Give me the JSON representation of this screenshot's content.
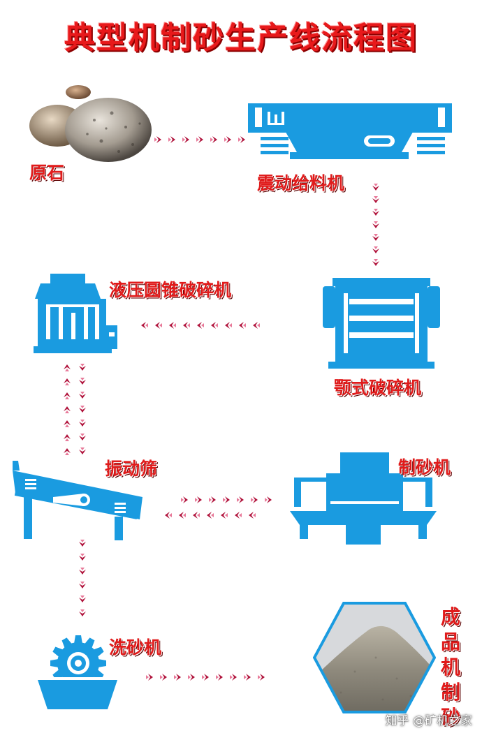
{
  "title": "典型机制砂生产线流程图",
  "steps": {
    "raw_stone": "原石",
    "vibrating_feeder": "震动给料机",
    "jaw_crusher": "颚式破碎机",
    "cone_crusher": "液压圆锥破碎机",
    "sand_maker": "制砂机",
    "vibrating_screen": "振动筛",
    "sand_washer": "洗砂机",
    "finished_sand": "成品机制砂"
  },
  "watermark": "知乎 @矿机之家",
  "colors": {
    "machine": "#1a9be0",
    "label": "#e01b1b",
    "arrow": "#b0143c"
  },
  "icons": [
    "stones-icon",
    "vibrating-feeder-icon",
    "jaw-crusher-icon",
    "cone-crusher-icon",
    "sand-maker-icon",
    "vibrating-screen-icon",
    "sand-washer-icon",
    "sand-pile-icon"
  ]
}
